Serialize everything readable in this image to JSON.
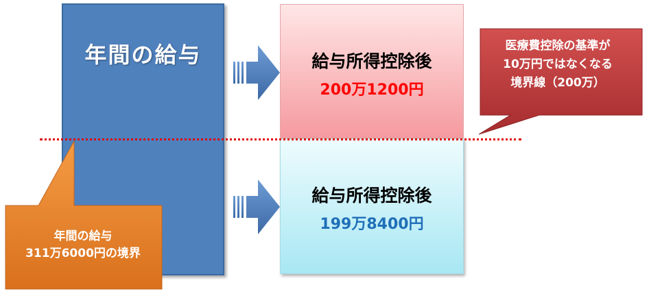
{
  "salary": {
    "title": "年間の給与"
  },
  "upper": {
    "label": "給与所得控除後",
    "value": "200万1200円",
    "value_color": "#ff0000"
  },
  "lower": {
    "label": "給与所得控除後",
    "value": "199万8400円",
    "value_color": "#1f6fb8"
  },
  "red_callout": {
    "line1": "医療費控除の基準が",
    "line2": "10万円ではなくなる",
    "line3": "境界線（200万）"
  },
  "orange_callout": {
    "line1": "年間の給与",
    "line2": "311万6000円の境界"
  },
  "colors": {
    "salary_box": "#4f81bd",
    "boundary_line": "#e00000",
    "red_callout": "#c0393b",
    "orange_callout": "#e8822b",
    "arrow": "#4f81bd"
  }
}
